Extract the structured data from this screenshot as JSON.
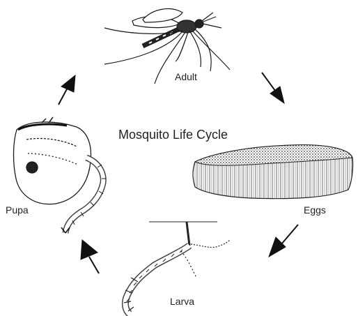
{
  "title": "Mosquito Life Cycle",
  "stages": {
    "adult": "Adult",
    "eggs": "Eggs",
    "larva": "Larva",
    "pupa": "Pupa"
  },
  "colors": {
    "ink": "#1a1a1a",
    "background": "#ffffff"
  }
}
